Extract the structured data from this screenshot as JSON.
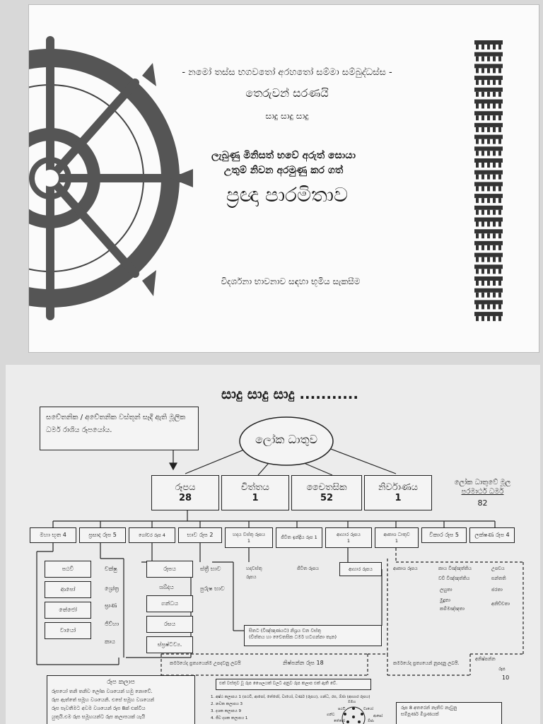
{
  "cover": {
    "line1": "- නමෝ තස්ස භගවතෝ අරහතෝ සම්මා සම්බුද්ධස්ස -",
    "line2": "තෙරුවන් සරණයි",
    "line3": "සාදු සාදු සාදු",
    "line4": "ලැබුණු මිනිසත් භවේ අරුත් සොයා",
    "line5": "උතුම් නිවන අරමුණු කර ගත්",
    "title": "ප්‍රඥා පාරමිතාව",
    "footer": "විදර්ශනා භාවනාව සඳහා භූමිය සැකසීම"
  },
  "chart": {
    "heading": "සාදු සාදු සාදු ...........",
    "intro": "සචේතනික / අචේතනික වස්තූන් සෑදී ඇති මූලික ධර්ම රාශිය රූපයෝය.",
    "root": "ලෝක ධාතුව",
    "main": [
      {
        "label": "රූපය",
        "value": "28"
      },
      {
        "label": "චිත්තය",
        "value": "1"
      },
      {
        "label": "චෛතසික",
        "value": "52"
      },
      {
        "label": "නිර්වාණය",
        "value": "1"
      }
    ],
    "side_note": {
      "line1": "ලෝක ධාතුවේ මූල",
      "line2": "පරමාර්ථ ධර්ම",
      "value": "82"
    },
    "level2": [
      {
        "label": "මහා භූත 4",
        "sub": ""
      },
      {
        "label": "ප්‍රසාද රූප 5",
        "sub": ""
      },
      {
        "label": "ගෝචර රූප 4",
        "sub": ""
      },
      {
        "label": "භාව රූප 2",
        "sub": ""
      },
      {
        "label": "හදය වස්තු රූපය",
        "sub": "1"
      },
      {
        "label": "ජීවිත ඉන්ද්‍රිය රූප 1",
        "sub": ""
      },
      {
        "label": "ආහාර රූපය",
        "sub": "1"
      },
      {
        "label": "ආකාශ ධාතුව",
        "sub": "1"
      },
      {
        "label": "විකාර රූප 5",
        "sub": ""
      },
      {
        "label": "ලක්ෂණ රූප 4",
        "sub": ""
      }
    ],
    "mahabhuta": [
      "පඨවි",
      "ආපෝ",
      "තේජෝ",
      "වායෝ"
    ],
    "prasada": [
      "චක්ෂු",
      "ශ්‍රෝත්‍ර",
      "ඝ්‍රාණ",
      "ජිව්හා",
      "කාය"
    ],
    "gochara": [
      "රූපය",
      "ශබ්දය",
      "ගන්ධය",
      "රසය",
      "ස්ප්‍රෂ්ටව්‍ය."
    ],
    "bhava": [
      "ස්ත්‍රී භාව",
      "පුරුෂ භාව"
    ],
    "hadaya_text": [
      "හදවස්තු",
      "රූපය"
    ],
    "jivita_text": "ජීවිත රූපය",
    "ahara_box": "ආහාර රූපය",
    "akasha_text": "ආකාශ රූපය",
    "vikara": [
      "කාය විඤ්ඤත්තිය",
      "වචී විඤ්ඤත්තිය",
      "ලහුතා",
      "මුදුතා",
      "කම්මඤ්ඤතා"
    ],
    "lakshana": [
      "උපචය",
      "සන්තති",
      "ජරතා",
      "අනිච්චතා"
    ],
    "sita_box": [
      "සිතට (විඤ්ඤාණයට) නිශ්‍රය වන වස්තු",
      "(චිත්තය හා චෛතසික ධර්ම හටගන්නා තැන)"
    ],
    "karma_box1": "කර්මයේද ප්‍රත්‍යයෙන්ම උපදවනු ලබයි",
    "nishpanna": "නිෂ්පන්න රූප 18",
    "karma_box2": "කර්මයේද ප්‍රත්‍යයෙන් නූපදනු ලබයි.",
    "anishpanna": {
      "label": "අනිෂ්පන්න",
      "sub": "රූප",
      "value": "10"
    },
    "kalapa": {
      "title": "රූප කලාප",
      "body": [
        "රූපයෝ තනි තනිව ලෝක වශයෙන් හමු නොවේ.",
        "රූප ඇත්තේ සමූහ වශයෙනි. එසේ සමූහ වශයෙන්",
        "රූප පැවතීමට අවම වශයෙන් රූප 8ක් එක්විය",
        "යුතුයි.එම රූප සමූහයන්ට රූප කලාපයක් යැයි"
      ]
    },
    "list_header": "එක් වස්තුව වූ රූප ශෛලයක් වලට අනුව රූප කලාප එක් ඇති වේ.",
    "list_items": [
      "අෂ්ඨ කලාපය 1 (පඨවි, ආපෝ, තේජෝ, වායෝ, වර්ණ (රූපය), ගන්ධ, රස, ඕජා (ආහාර රූපය)",
      "නවක කලාපය 3",
      "දශක කලාපය 9",
      "ජීව දශක කලාපය 1"
    ],
    "diagram_labels": [
      "ඔමහ",
      "පඨවි",
      "වායෝ",
      "ගන්ධ",
      "ආපෝ",
      "තේජෝ",
      "ඕජා"
    ],
    "rupa8_box": [
      "රූප 8 අතරෙන් නැතිව නැවුනු",
      "සම්පූර්ණ මිශ්‍රණයක්"
    ]
  }
}
